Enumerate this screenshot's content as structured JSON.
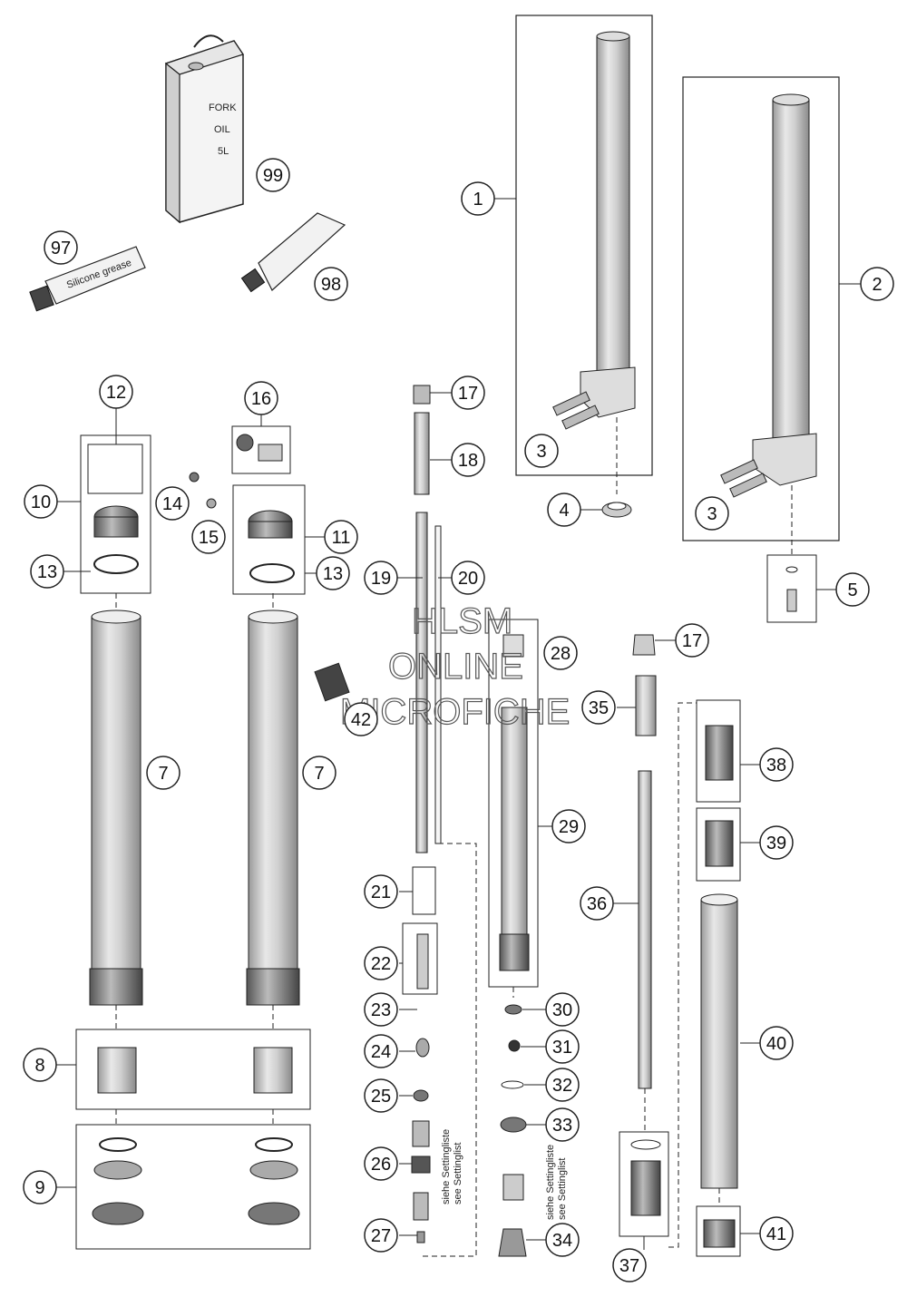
{
  "diagram": {
    "can_label_lines": [
      "FORK",
      "OIL",
      "5L"
    ],
    "tube_label_97": "Silicone grease",
    "setting_note_left": [
      "siehe Settingliste",
      "see Settinglist"
    ],
    "setting_note_right": [
      "siehe Settingliste",
      "see Settinglist"
    ]
  },
  "watermark": {
    "lines": [
      "HLSM",
      "ONLINE",
      "MICROFICHE"
    ]
  },
  "callouts": [
    {
      "id": "c99",
      "num": "99"
    },
    {
      "id": "c97",
      "num": "97"
    },
    {
      "id": "c98",
      "num": "98"
    },
    {
      "id": "c1",
      "num": "1"
    },
    {
      "id": "c2",
      "num": "2"
    },
    {
      "id": "c3a",
      "num": "3"
    },
    {
      "id": "c3b",
      "num": "3"
    },
    {
      "id": "c4",
      "num": "4"
    },
    {
      "id": "c5",
      "num": "5"
    },
    {
      "id": "c12",
      "num": "12"
    },
    {
      "id": "c16",
      "num": "16"
    },
    {
      "id": "c10",
      "num": "10"
    },
    {
      "id": "c14",
      "num": "14"
    },
    {
      "id": "c15",
      "num": "15"
    },
    {
      "id": "c11",
      "num": "11"
    },
    {
      "id": "c13a",
      "num": "13"
    },
    {
      "id": "c13b",
      "num": "13"
    },
    {
      "id": "c17a",
      "num": "17"
    },
    {
      "id": "c18",
      "num": "18"
    },
    {
      "id": "c19",
      "num": "19"
    },
    {
      "id": "c20",
      "num": "20"
    },
    {
      "id": "c28",
      "num": "28"
    },
    {
      "id": "c42",
      "num": "42"
    },
    {
      "id": "c17b",
      "num": "17"
    },
    {
      "id": "c35",
      "num": "35"
    },
    {
      "id": "c7a",
      "num": "7"
    },
    {
      "id": "c7b",
      "num": "7"
    },
    {
      "id": "c38",
      "num": "38"
    },
    {
      "id": "c29",
      "num": "29"
    },
    {
      "id": "c39",
      "num": "39"
    },
    {
      "id": "c21",
      "num": "21"
    },
    {
      "id": "c36",
      "num": "36"
    },
    {
      "id": "c22",
      "num": "22"
    },
    {
      "id": "c23",
      "num": "23"
    },
    {
      "id": "c30",
      "num": "30"
    },
    {
      "id": "c40",
      "num": "40"
    },
    {
      "id": "c24",
      "num": "24"
    },
    {
      "id": "c31",
      "num": "31"
    },
    {
      "id": "c8",
      "num": "8"
    },
    {
      "id": "c25",
      "num": "25"
    },
    {
      "id": "c32",
      "num": "32"
    },
    {
      "id": "c33",
      "num": "33"
    },
    {
      "id": "c26",
      "num": "26"
    },
    {
      "id": "c9",
      "num": "9"
    },
    {
      "id": "c27",
      "num": "27"
    },
    {
      "id": "c34",
      "num": "34"
    },
    {
      "id": "c41",
      "num": "41"
    },
    {
      "id": "c37",
      "num": "37"
    }
  ]
}
